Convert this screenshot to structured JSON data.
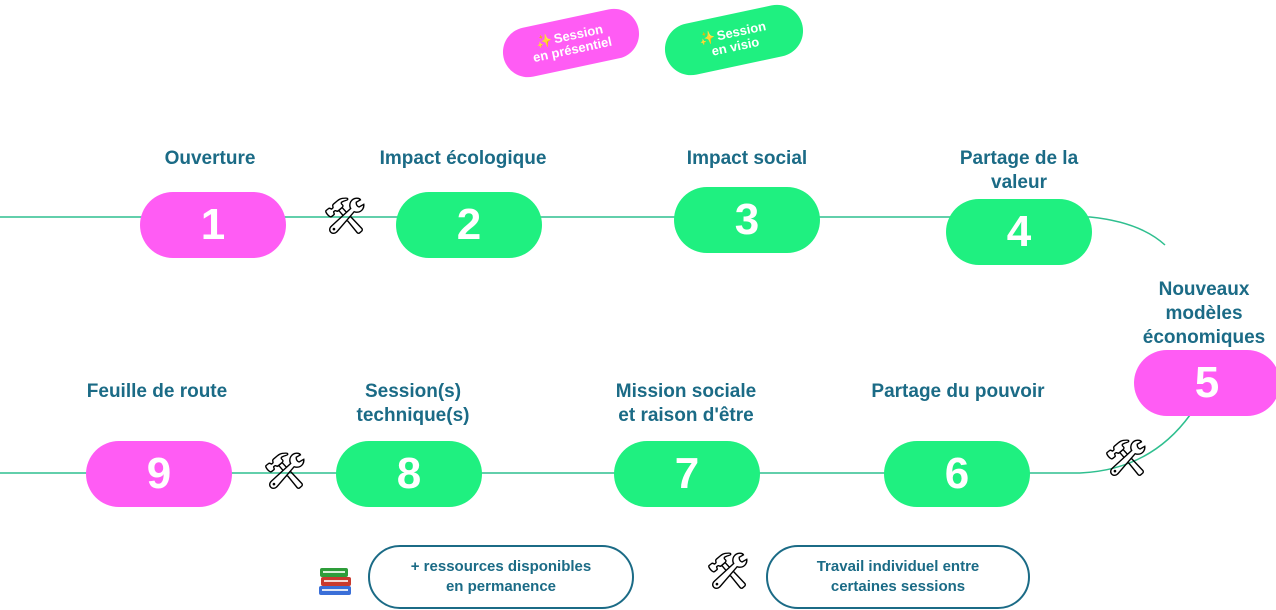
{
  "legend": {
    "presentiel": "Session\nen présentiel",
    "visio": "Session\nen visio",
    "spark_icon": "✨"
  },
  "colors": {
    "pink": "#ff5cf4",
    "green": "#1ff080",
    "line": "#2fbf8f",
    "text": "#1b6b86"
  },
  "steps": [
    {
      "number": "1",
      "label": "Ouverture",
      "mode": "présentiel"
    },
    {
      "number": "2",
      "label": "Impact écologique",
      "mode": "visio"
    },
    {
      "number": "3",
      "label": "Impact social",
      "mode": "visio"
    },
    {
      "number": "4",
      "label": "Partage de la\nvaleur",
      "mode": "visio"
    },
    {
      "number": "5",
      "label": "Nouveaux\nmodèles\néconomiques",
      "mode": "présentiel"
    },
    {
      "number": "6",
      "label": "Partage du pouvoir",
      "mode": "visio"
    },
    {
      "number": "7",
      "label": "Mission sociale\net raison d'être",
      "mode": "visio"
    },
    {
      "number": "8",
      "label": "Session(s)\ntechnique(s)",
      "mode": "visio"
    },
    {
      "number": "9",
      "label": "Feuille de route",
      "mode": "présentiel"
    }
  ],
  "footer": {
    "resources": "+ ressources disponibles\nen permanence",
    "individual_work": "Travail individuel entre\ncertaines sessions",
    "tools_icon": "🛠",
    "books_icon": "books-icon"
  }
}
